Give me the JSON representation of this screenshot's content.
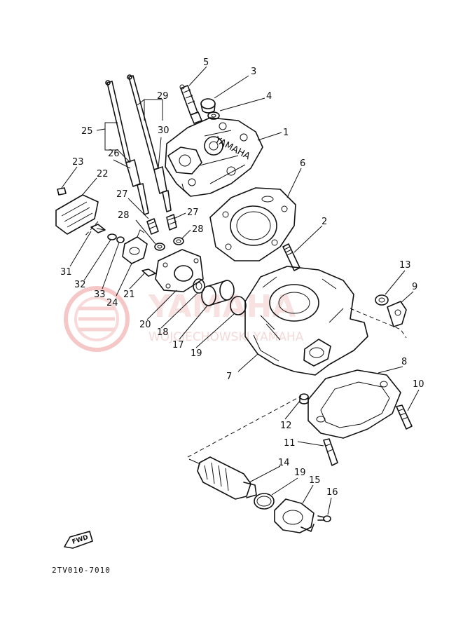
{
  "watermark": {
    "brand": "YAMAHA",
    "dealer": "WOJCIECHOWSKI YAMAHA",
    "color": "#f2c9c9"
  },
  "diagram_code": "2TV010-7010",
  "fwd_label": "FWD",
  "callouts": [
    {
      "id": "1",
      "label": "1"
    },
    {
      "id": "2",
      "label": "2"
    },
    {
      "id": "3",
      "label": "3"
    },
    {
      "id": "4",
      "label": "4"
    },
    {
      "id": "5",
      "label": "5"
    },
    {
      "id": "6",
      "label": "6"
    },
    {
      "id": "7",
      "label": "7"
    },
    {
      "id": "8",
      "label": "8"
    },
    {
      "id": "9",
      "label": "9"
    },
    {
      "id": "10",
      "label": "10"
    },
    {
      "id": "11",
      "label": "11"
    },
    {
      "id": "12",
      "label": "12"
    },
    {
      "id": "13",
      "label": "13"
    },
    {
      "id": "14",
      "label": "14"
    },
    {
      "id": "15",
      "label": "15"
    },
    {
      "id": "16",
      "label": "16"
    },
    {
      "id": "17",
      "label": "17"
    },
    {
      "id": "18",
      "label": "18"
    },
    {
      "id": "19a",
      "label": "19"
    },
    {
      "id": "19b",
      "label": "19"
    },
    {
      "id": "20",
      "label": "20"
    },
    {
      "id": "21",
      "label": "21"
    },
    {
      "id": "22",
      "label": "22"
    },
    {
      "id": "23",
      "label": "23"
    },
    {
      "id": "24",
      "label": "24"
    },
    {
      "id": "25",
      "label": "25"
    },
    {
      "id": "26",
      "label": "26"
    },
    {
      "id": "27a",
      "label": "27"
    },
    {
      "id": "27b",
      "label": "27"
    },
    {
      "id": "28a",
      "label": "28"
    },
    {
      "id": "28b",
      "label": "28"
    },
    {
      "id": "29",
      "label": "29"
    },
    {
      "id": "30",
      "label": "30"
    },
    {
      "id": "31",
      "label": "31"
    },
    {
      "id": "32",
      "label": "32"
    },
    {
      "id": "33",
      "label": "33"
    }
  ]
}
